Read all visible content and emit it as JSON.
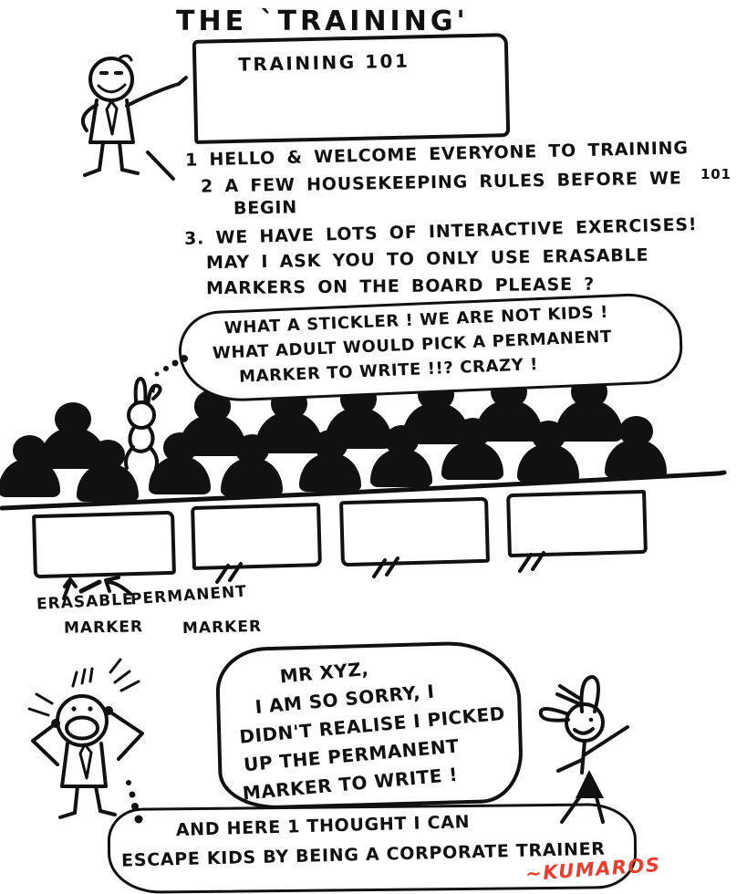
{
  "title": "THE `TRAINING'",
  "whiteboard": {
    "heading": "TRAINING 101"
  },
  "rules": {
    "line1": "1  HELLO & WELCOME EVERYONE TO TRAINING",
    "line1_note": "101",
    "line2": "2  A FEW HOUSEKEEPING RULES BEFORE WE",
    "line2b": "BEGIN",
    "line3": "3. WE HAVE LOTS OF INTERACTIVE EXERCISES!",
    "line3b": "MAY I  ASK YOU TO  ONLY USE ERASABLE",
    "line3c": "MARKERS ON THE  BOARD PLEASE ?"
  },
  "audience_thought": {
    "line1": "WHAT  A STICKLER !  WE ARE  NOT KIDS !",
    "line2": "WHAT ADULT WOULD PICK  A PERMANENT",
    "line3": "MARKER   TO   WRITE !!?    CRAZY !"
  },
  "audience": {
    "back_row_x": [
      80,
      233,
      317,
      393,
      478,
      558,
      646
    ],
    "back_row_y": [
      441,
      427,
      424,
      419,
      414,
      411,
      411
    ],
    "front_row_x": [
      32,
      118,
      197,
      276,
      362,
      440,
      518,
      601,
      697
    ],
    "front_row_y": [
      477,
      482,
      474,
      476,
      471,
      466,
      458,
      461,
      456
    ]
  },
  "marker_labels": {
    "erasable_top": "ERASABLE",
    "erasable_bottom": "MARKER",
    "permanent_top": "PERMANENT",
    "permanent_bottom": "MARKER"
  },
  "apology_bubble": {
    "line1": "MR XYZ,",
    "line2": "I AM SO SORRY, I",
    "line3": "DIDN'T REALISE I PICKED",
    "line4": "UP THE PERMANENT",
    "line5": "MARKER TO WRITE !"
  },
  "trainer_thought": {
    "line1": "AND HERE 1 THOUGHT I CAN",
    "line2": "ESCAPE KIDS BY BEING A CORPORATE TRAINER"
  },
  "signature": "~KUMAROS",
  "colors": {
    "ink": "#111111",
    "signature_red": "#ee3b2a",
    "paper": "#ffffff"
  }
}
